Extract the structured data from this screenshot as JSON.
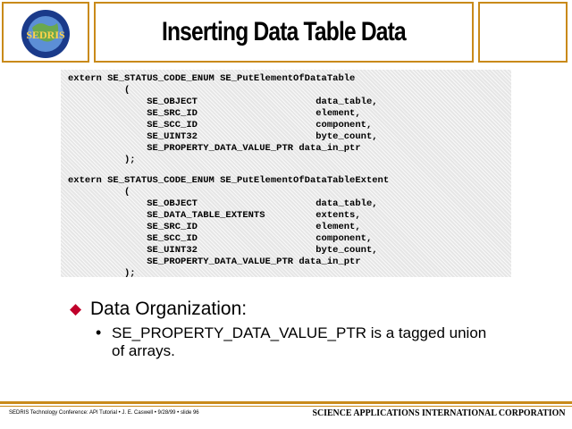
{
  "header": {
    "logo_text": "SEDRIS",
    "title": "Inserting Data Table Data"
  },
  "code": {
    "lines": [
      "extern SE_STATUS_CODE_ENUM SE_PutElementOfDataTable",
      "          (",
      "              SE_OBJECT                     data_table,",
      "              SE_SRC_ID                     element,",
      "              SE_SCC_ID                     component,",
      "              SE_UINT32                     byte_count,",
      "              SE_PROPERTY_DATA_VALUE_PTR data_in_ptr",
      "          );",
      "",
      "extern SE_STATUS_CODE_ENUM SE_PutElementOfDataTableExtent",
      "          (",
      "              SE_OBJECT                     data_table,",
      "              SE_DATA_TABLE_EXTENTS         extents,",
      "              SE_SRC_ID                     element,",
      "              SE_SCC_ID                     component,",
      "              SE_UINT32                     byte_count,",
      "              SE_PROPERTY_DATA_VALUE_PTR data_in_ptr",
      "          );"
    ]
  },
  "bullets": {
    "main": "Data Organization:",
    "sub": "SE_PROPERTY_DATA_VALUE_PTR is a tagged union of arrays."
  },
  "footer": {
    "left": "SEDRIS Technology Conference: API Tutorial • J. E. Caswell • 9/28/99 • slide 96",
    "right": "SCIENCE APPLICATIONS INTERNATIONAL CORPORATION"
  },
  "colors": {
    "frame": "#c98a1a",
    "bullet": "#c0002a",
    "logo_blue": "#1a3a8a"
  }
}
